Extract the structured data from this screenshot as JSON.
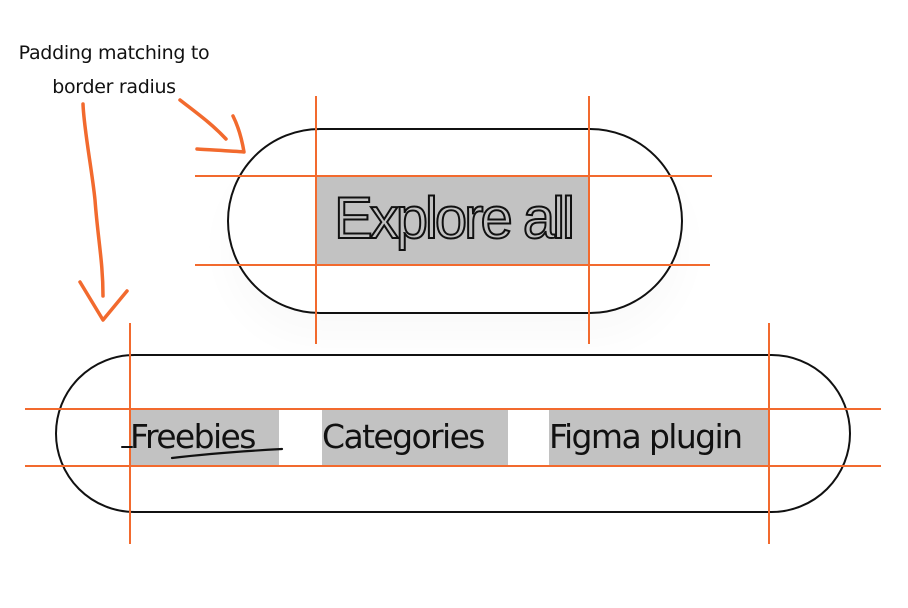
{
  "annotation": {
    "line1": "Padding matching to",
    "line2": "border radius"
  },
  "primary_button": {
    "label": "Explore all"
  },
  "nav_bar": {
    "items": [
      {
        "label": "Freebies",
        "active": true
      },
      {
        "label": "Categories",
        "active": false
      },
      {
        "label": "Figma plugin",
        "active": false
      }
    ]
  },
  "colors": {
    "guide": "#f26a2e",
    "outline": "#111111",
    "content_fill": "#c2c2c2",
    "background": "#ffffff"
  }
}
